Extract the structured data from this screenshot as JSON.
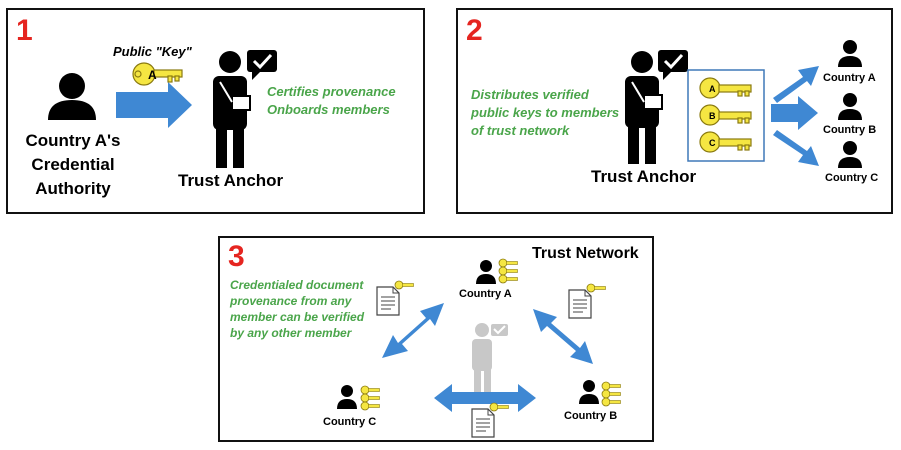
{
  "panel1": {
    "number": "1",
    "authority_label": [
      "Country A's",
      "Credential",
      "Authority"
    ],
    "key_label": "Public \"Key\"",
    "key_letter": "A",
    "trust_anchor_label": "Trust Anchor",
    "functions": [
      "Certifies provenance",
      "Onboards members"
    ]
  },
  "panel2": {
    "number": "2",
    "description": [
      "Distributes verified",
      "public keys to members",
      "of trust network"
    ],
    "trust_anchor_label": "Trust Anchor",
    "key_letters": [
      "A",
      "B",
      "C"
    ],
    "countries": [
      "Country A",
      "Country B",
      "Country C"
    ]
  },
  "panel3": {
    "number": "3",
    "title": "Trust Network",
    "description": [
      "Credentialed document",
      "provenance from any",
      "member can be verified",
      "by any other member"
    ],
    "countries": [
      "Country A",
      "Country B",
      "Country C"
    ]
  },
  "colors": {
    "number_red": "#e52520",
    "text_green": "#4aa54a",
    "arrow_blue": "#3f88d3",
    "key_yellow": "#f5e642",
    "faded_gray": "#c8c8c8"
  }
}
